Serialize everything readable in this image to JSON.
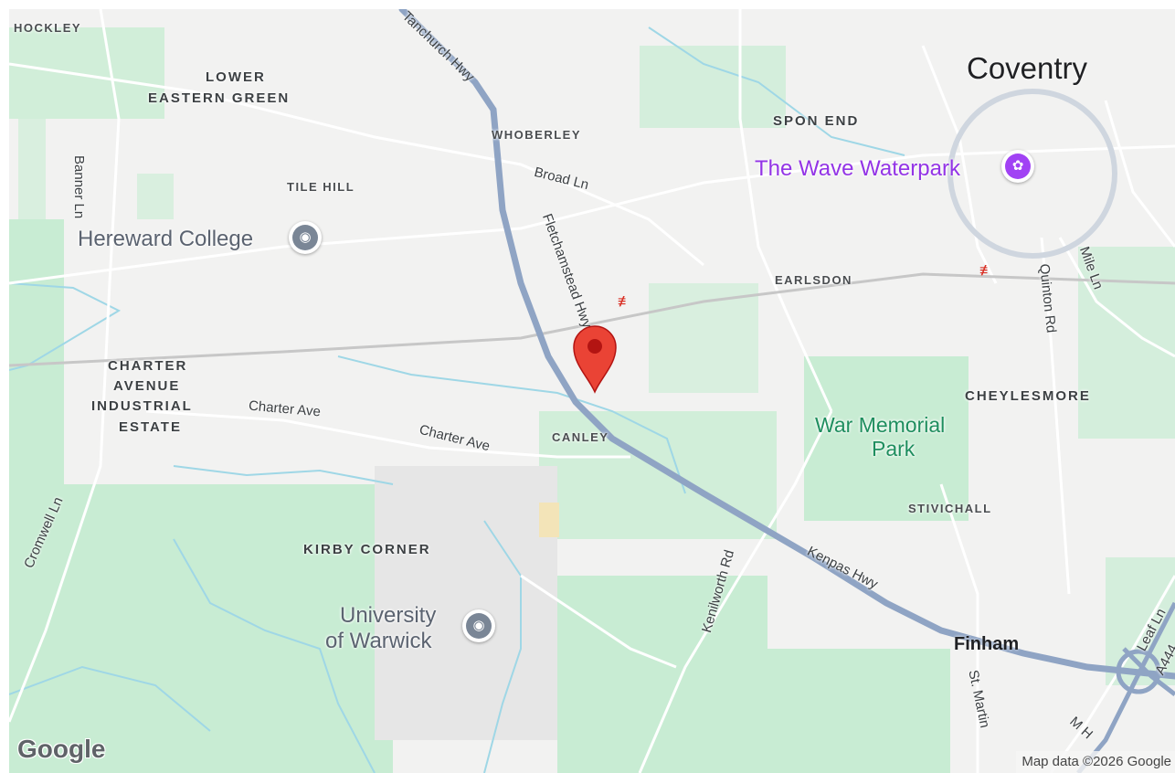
{
  "map": {
    "city": "Coventry",
    "areas": [
      "HOCKLEY",
      "LOWER",
      "EASTERN GREEN",
      "WHOBERLEY",
      "SPON END",
      "TILE HILL",
      "EARLSDON",
      "CHARTER",
      "AVENUE",
      "INDUSTRIAL",
      "ESTATE",
      "CANLEY",
      "CHEYLESMORE",
      "STIVICHALL",
      "KIRBY CORNER"
    ],
    "town": "Finham",
    "roads": {
      "banner": "Banner Ln",
      "broad": "Broad Ln",
      "fletchamstead": "Fletchamstead Hwy",
      "tanchurch": "Tanchurch Hwy",
      "charter1": "Charter Ave",
      "charter2": "Charter Ave",
      "kenilworth": "Kenilworth Rd",
      "kenpas": "Kenpas Hwy",
      "mile": "Mile Ln",
      "quinton": "Quinton Rd",
      "cromwell": "Cromwell Ln",
      "stmartin": "St. Martin",
      "leaf": "Leaf Ln",
      "a444": "A444",
      "mh": "M H"
    },
    "pois": {
      "hereward": "Hereward College",
      "warwick_line1": "University",
      "warwick_line2": "of Warwick",
      "wave": "The Wave Waterpark",
      "park_line1": "War Memorial",
      "park_line2": "Park"
    },
    "icons": {
      "rail": "railway-station-icon",
      "school": "school-icon",
      "waterpark": "waterpark-icon",
      "pin": "map-pin-icon"
    },
    "colors": {
      "background": "#f2f2f1",
      "green": "#c8ecd3",
      "water": "#9fd7e6",
      "highway": "#8fa4c4",
      "pin": "#ea4335"
    }
  },
  "footer": {
    "logo": "Google",
    "attribution": "Map data ©2026 Google"
  }
}
